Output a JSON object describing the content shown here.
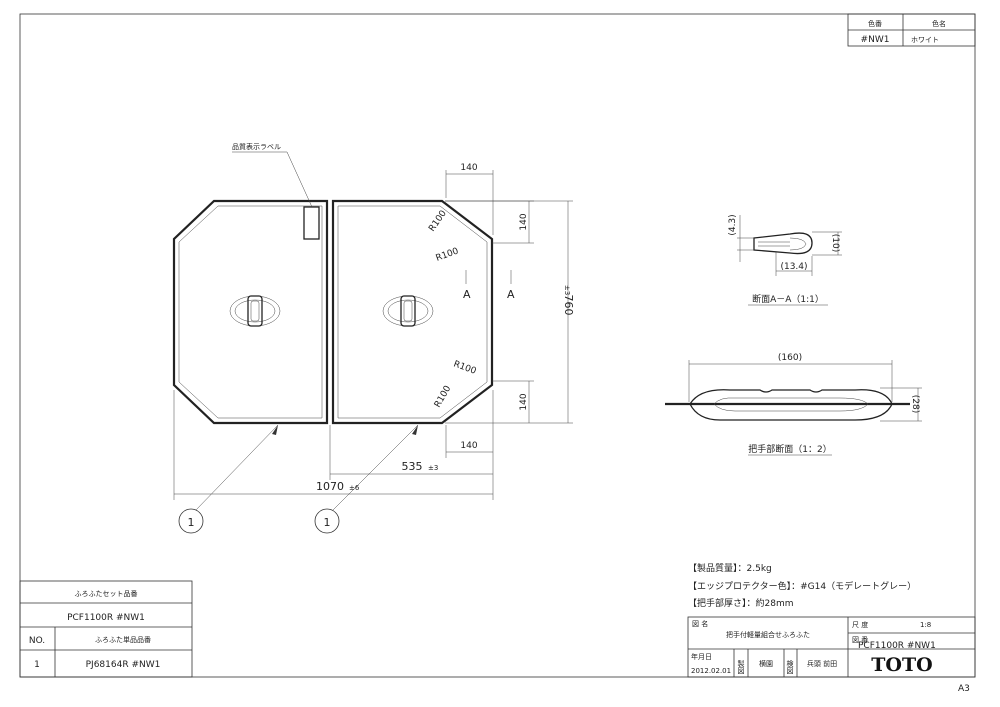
{
  "color_table": {
    "header_code": "色番",
    "header_name": "色名",
    "code": "#NW1",
    "name": "ホワイト"
  },
  "drawing": {
    "label_note": "品質表示ラベル",
    "dims": {
      "top_140": "140",
      "right_140_top": "140",
      "height": "760",
      "height_tol": "±3",
      "right_140_bottom": "140",
      "bottom_140": "140",
      "half_width": "535",
      "half_width_tol": "±3",
      "total_width": "1070",
      "total_width_tol": "±6"
    },
    "radii": [
      "R100",
      "R100",
      "R100",
      "R100"
    ],
    "section_mark": "A",
    "balloon": "1"
  },
  "section_aa": {
    "dim_43": "(4.3)",
    "dim_10": "(10)",
    "dim_134": "(13.4)",
    "caption": "断面A－A（1:1）"
  },
  "handle_section": {
    "dim_160": "(160)",
    "dim_28": "(28)",
    "caption": "把手部断面（1：2）"
  },
  "specs": [
    "【製品質量】：2.5kg",
    "【エッジプロテクター色】：#G14（モデレートグレー）",
    "【把手部厚さ】：約28mm"
  ],
  "parts_table": {
    "set_header": "ふろふたセット品番",
    "set_code": "PCF1100R  #NW1",
    "no_header": "NO.",
    "single_header": "ふろふた単品品番",
    "row_no": "1",
    "row_code": "PJ68164R  #NW1"
  },
  "title_block": {
    "title_label": "図 名",
    "title": "把手付軽量組合せふろふた",
    "scale_label": "尺 度",
    "scale": "1:8",
    "drawing_no_label": "図 番",
    "drawing_no": "PCF1100R  #NW1",
    "date_label": "年月日",
    "date": "2012.02.01",
    "made_label": "製図",
    "made_by": "横園",
    "check_label": "検図",
    "checked_by": "兵頭 前田",
    "logo": "TOTO"
  },
  "sheet_size": "A3"
}
